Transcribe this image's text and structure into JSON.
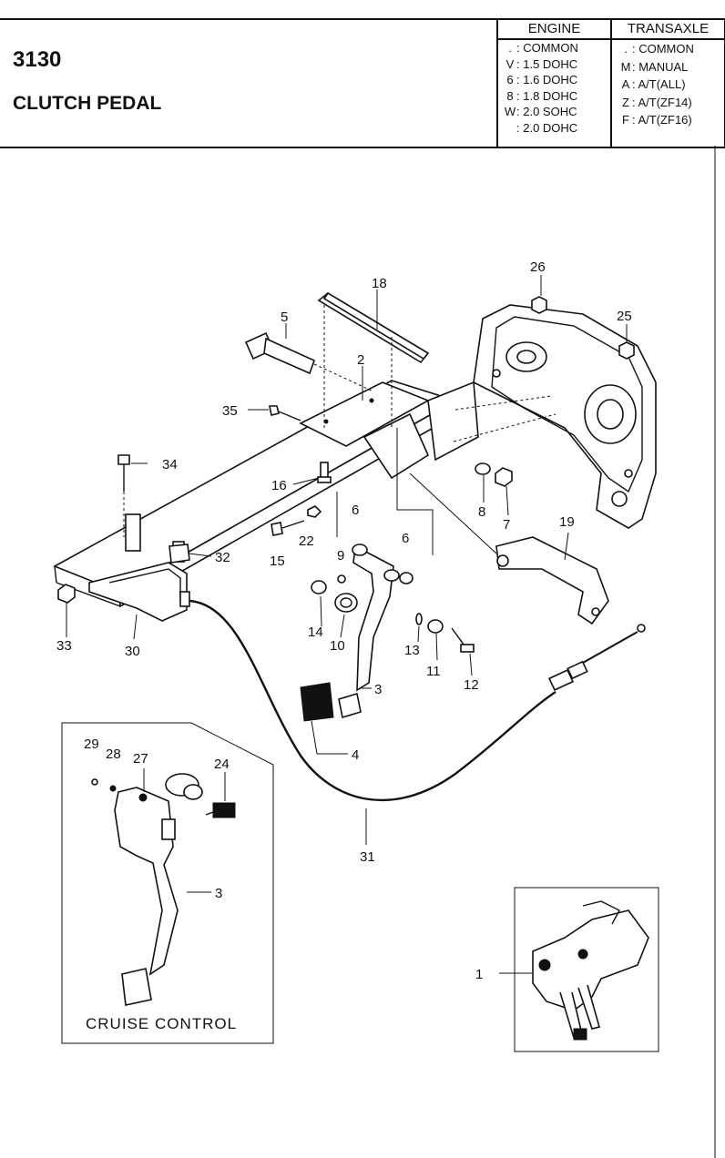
{
  "header": {
    "part_number": "3130",
    "part_name": "CLUTCH PEDAL"
  },
  "legend": {
    "engine": {
      "title": "ENGINE",
      "rows": [
        {
          "code": ".",
          "label": ": COMMON"
        },
        {
          "code": "V",
          "label": ": 1.5 DOHC"
        },
        {
          "code": "6",
          "label": ": 1.6 DOHC"
        },
        {
          "code": "8",
          "label": ": 1.8 DOHC"
        },
        {
          "code": "W",
          "label": ": 2.0 SOHC"
        },
        {
          "code": "",
          "label": ": 2.0 DOHC"
        }
      ]
    },
    "transaxle": {
      "title": "TRANSAXLE",
      "rows": [
        {
          "code": ".",
          "label": ": COMMON"
        },
        {
          "code": "M",
          "label": ": MANUAL"
        },
        {
          "code": "A",
          "label": ": A/T(ALL)"
        },
        {
          "code": "Z",
          "label": ": A/T(ZF14)"
        },
        {
          "code": "F",
          "label": ": A/T(ZF16)"
        }
      ]
    }
  },
  "callouts": {
    "c1": "1",
    "c2": "2",
    "c3a": "3",
    "c3b": "3",
    "c4": "4",
    "c5": "5",
    "c6a": "6",
    "c6b": "6",
    "c7": "7",
    "c8": "8",
    "c9": "9",
    "c10": "10",
    "c11": "11",
    "c12": "12",
    "c13": "13",
    "c14": "14",
    "c15": "15",
    "c16": "16",
    "c18": "18",
    "c19": "19",
    "c22": "22",
    "c24": "24",
    "c25": "25",
    "c26": "26",
    "c27": "27",
    "c28": "28",
    "c29": "29",
    "c30": "30",
    "c31": "31",
    "c32": "32",
    "c33": "33",
    "c34": "34",
    "c35": "35"
  },
  "insets": {
    "cruise_caption": "CRUISE CONTROL"
  }
}
